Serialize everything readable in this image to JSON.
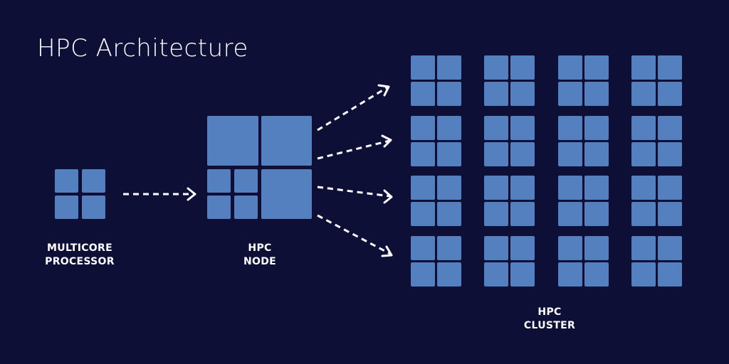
{
  "title": "HPC Architecture",
  "labels": {
    "processor": [
      "MULTICORE",
      "PROCESSOR"
    ],
    "node": [
      "HPC",
      "NODE"
    ],
    "cluster": [
      "HPC",
      "CLUSTER"
    ]
  },
  "colors": {
    "background": "#0e0f36",
    "core": "#5580c0",
    "text": "#ffffff",
    "arrow": "#ffffff"
  },
  "cluster": {
    "rows": 4,
    "columns": 4,
    "cores_per_processor": 4
  },
  "node": {
    "large_blocks": 3,
    "multicore_processors": 1
  }
}
